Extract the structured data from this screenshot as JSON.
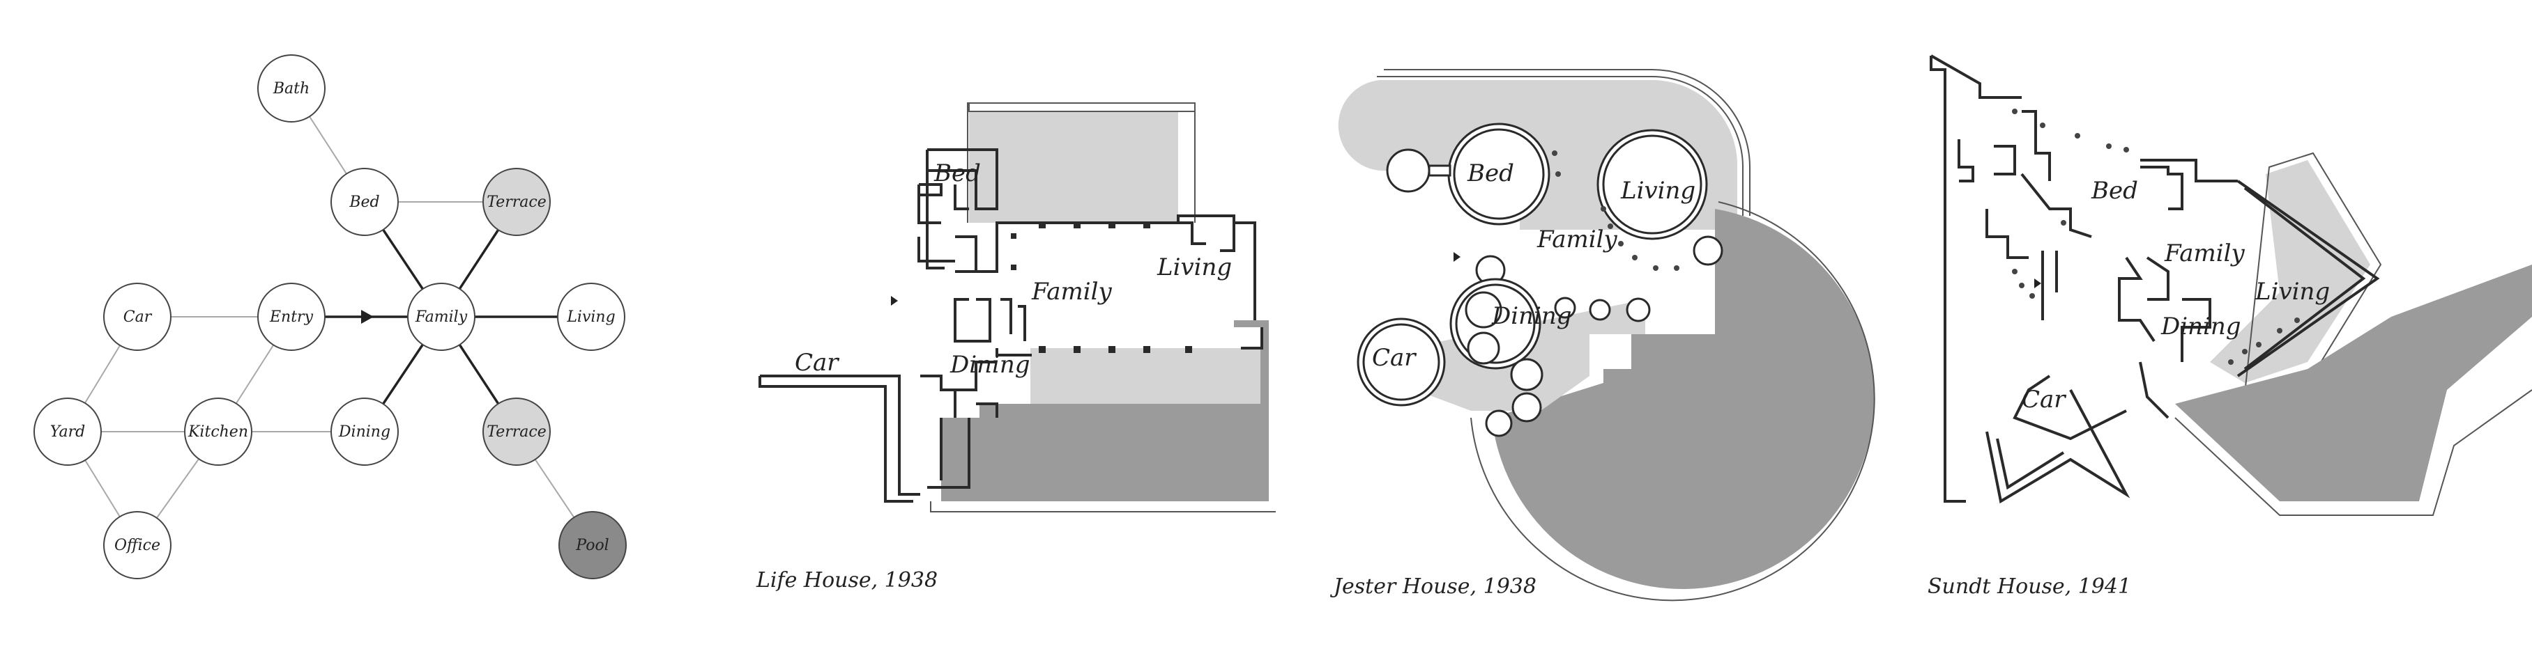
{
  "graph": {
    "nodes": {
      "bath": "Bath",
      "bed": "Bed",
      "terrace_upper": "Terrace",
      "car": "Car",
      "entry": "Entry",
      "family": "Family",
      "living": "Living",
      "yard": "Yard",
      "kitchen": "Kitchen",
      "dining": "Dining",
      "terrace_lower": "Terrace",
      "office": "Office",
      "pool": "Pool"
    },
    "colors": {
      "terrace": "#d6d6d6",
      "pool": "#8a8a8a",
      "room": "#ffffff"
    }
  },
  "plans": [
    {
      "caption": "Life House, 1938",
      "labels": {
        "bed": "Bed",
        "family": "Family",
        "living": "Living",
        "car": "Car",
        "dining": "Dining"
      }
    },
    {
      "caption": "Jester House, 1938",
      "labels": {
        "bed": "Bed",
        "living": "Living",
        "family": "Family",
        "dining": "Dining",
        "car": "Car"
      }
    },
    {
      "caption": "Sundt House, 1941",
      "labels": {
        "bed": "Bed",
        "family": "Family",
        "living": "Living",
        "dining": "Dining",
        "car": "Car"
      }
    }
  ]
}
